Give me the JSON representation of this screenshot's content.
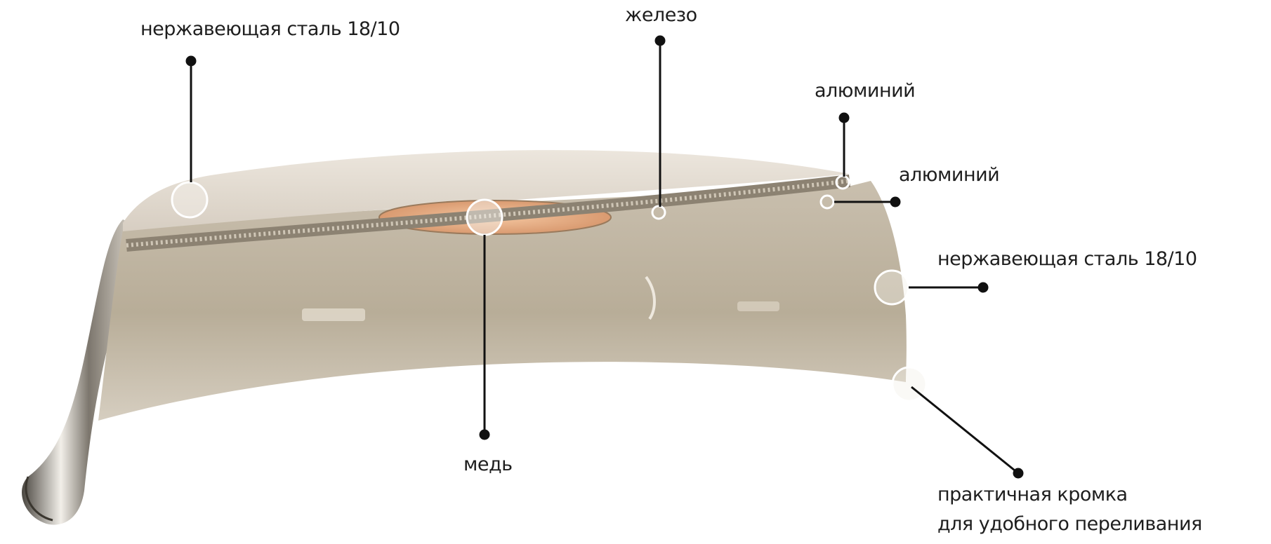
{
  "labels": {
    "stainless_top": "нержавеющая сталь 18/10",
    "iron": "железо",
    "aluminium_1": "алюминий",
    "aluminium_2": "алюминий",
    "stainless_side": "нержавеющая сталь 18/10",
    "copper": "медь",
    "rim_line1": "практичная кромка",
    "rim_line2": "для удобного переливания"
  },
  "colors": {
    "steel_light": "#e4ddd3",
    "steel_mid": "#c6bba9",
    "steel_dark": "#8f8574",
    "copper": "#e8b08a",
    "callout": "#111111"
  }
}
